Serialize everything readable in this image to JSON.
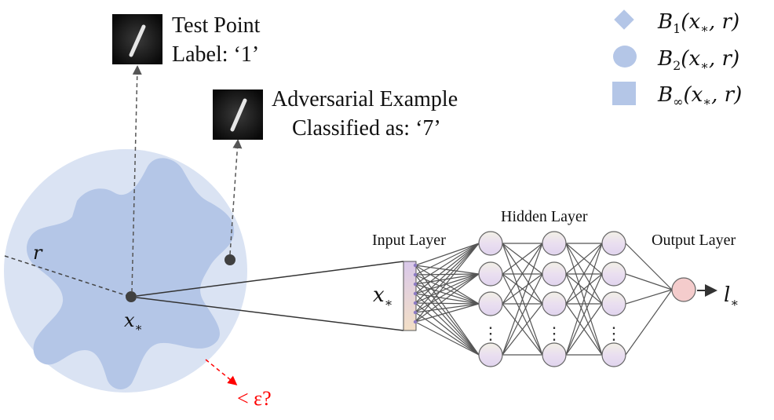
{
  "test_point": {
    "title": "Test Point",
    "label": "Label: ‘1’"
  },
  "adversarial": {
    "title": "Adversarial Example",
    "classified": "Classified as: ‘7’"
  },
  "legend": {
    "b1": {
      "prefix": "B",
      "sub": "1",
      "args": "(x",
      "star": "∗",
      "tail": ", r)"
    },
    "b2": {
      "prefix": "B",
      "sub": "2",
      "args": "(x",
      "star": "∗",
      "tail": ", r)"
    },
    "binf": {
      "prefix": "B",
      "sub": "∞",
      "args": "(x",
      "star": "∗",
      "tail": ", r)"
    },
    "color": "#b4c6e7"
  },
  "region": {
    "radius_label": "r",
    "center_label": "x",
    "center_sub": "∗",
    "epsilon_label": "< ε?",
    "ball_color": "#dae3f3",
    "shape_color": "#b4c6e7",
    "epsilon_color": "#ff0000"
  },
  "network": {
    "input_layer": "Input Layer",
    "hidden_layer": "Hidden Layer",
    "output_layer": "Output Layer",
    "input_symbol": "x",
    "input_sub": "∗",
    "output_symbol": "l",
    "output_sub": "∗",
    "dots": "⋮",
    "neuron_color": "#e8dcf0",
    "output_color": "#f4cccc"
  }
}
